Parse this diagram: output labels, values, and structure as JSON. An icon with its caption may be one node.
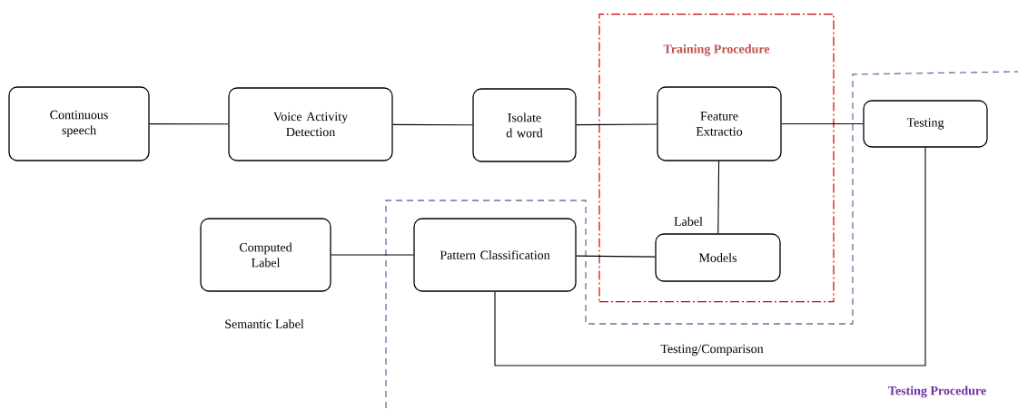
{
  "diagram": {
    "nodes": [
      {
        "text": [
          "Continuous speech"
        ]
      },
      {
        "text": [
          "Voice Activity Detection"
        ]
      },
      {
        "text": [
          "Isolate d word"
        ]
      },
      {
        "text": [
          "Training Procedure"
        ]
      },
      {
        "text": [
          "Feature Extractio"
        ],
        "in": 3
      },
      {
        "text": [
          "Testing"
        ]
      },
      {
        "text": [
          "Computed Label"
        ]
      },
      {
        "text": [
          "Pattern Classification"
        ]
      },
      {
        "text": [
          "Models"
        ],
        "in": 3
      }
    ],
    "edges": [
      {
        "from": 0,
        "to": 1,
        "arrow": "none"
      },
      {
        "from": 1,
        "to": 2,
        "arrow": "none"
      },
      {
        "from": 2,
        "to": 4,
        "arrow": "none"
      },
      {
        "from": 4,
        "to": 5,
        "arrow": "none"
      },
      {
        "from": 4,
        "to": 8,
        "arrow": "none",
        "label": "Label"
      },
      {
        "from": 6,
        "to": 7,
        "arrow": "none"
      },
      {
        "from": 7,
        "to": 8,
        "arrow": "none"
      },
      {
        "from": 5,
        "to": 7,
        "arrow": "none",
        "label": "Testing/Comparison"
      }
    ],
    "labels": [
      "Semantic Label",
      "Testing Procedure"
    ]
  }
}
